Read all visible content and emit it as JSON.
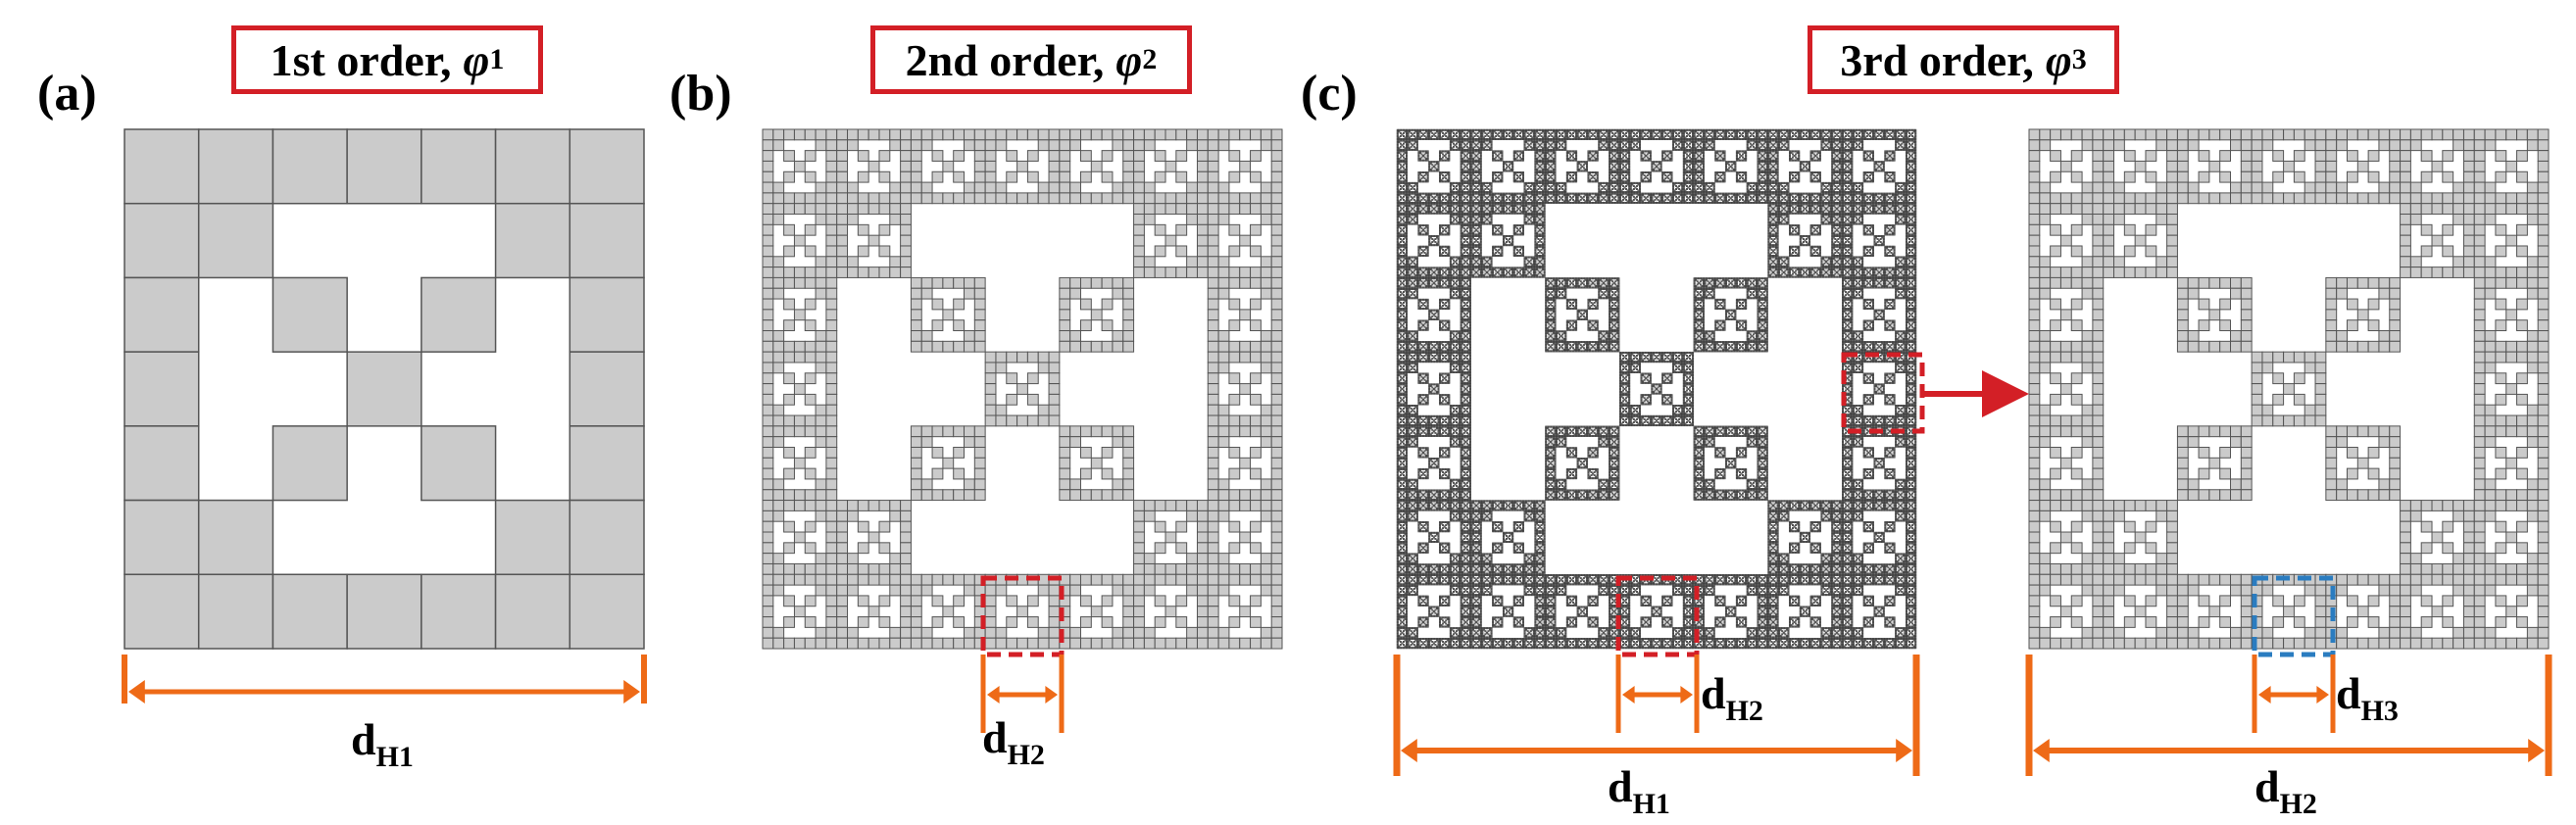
{
  "panels": [
    {
      "label": "(a)",
      "title_text": "1st order, ",
      "symbol": "φ",
      "index": "1"
    },
    {
      "label": "(b)",
      "title_text": "2nd order, ",
      "symbol": "φ",
      "index": "2"
    },
    {
      "label": "(c)",
      "title_text": "3rd order, ",
      "symbol": "φ",
      "index": "3"
    }
  ],
  "dimensions": {
    "a": {
      "base": "d",
      "sub": "H1"
    },
    "b": {
      "base": "d",
      "sub": "H2"
    },
    "c1": {
      "base": "d",
      "sub": "H2"
    },
    "c2": {
      "base": "d",
      "sub": "H1"
    },
    "c3": {
      "base": "d",
      "sub": "H3"
    },
    "c4": {
      "base": "d",
      "sub": "H2"
    }
  },
  "fractal_pattern": [
    [
      1,
      1,
      1,
      1,
      1,
      1,
      1
    ],
    [
      1,
      1,
      0,
      0,
      0,
      1,
      1
    ],
    [
      1,
      0,
      1,
      0,
      1,
      0,
      1
    ],
    [
      1,
      0,
      0,
      1,
      0,
      0,
      1
    ],
    [
      1,
      0,
      1,
      0,
      1,
      0,
      1
    ],
    [
      1,
      1,
      0,
      0,
      0,
      1,
      1
    ],
    [
      1,
      1,
      1,
      1,
      1,
      1,
      1
    ]
  ],
  "colors": {
    "cell_fill": "#cbcbcb",
    "cell_fill_dark": "#6a6a6a",
    "grid_line": "#555555",
    "dimension_orange": "#ee6a17",
    "title_border_red": "#d31f26",
    "highlight_red": "#d31f26",
    "highlight_blue": "#2a7cc0"
  }
}
